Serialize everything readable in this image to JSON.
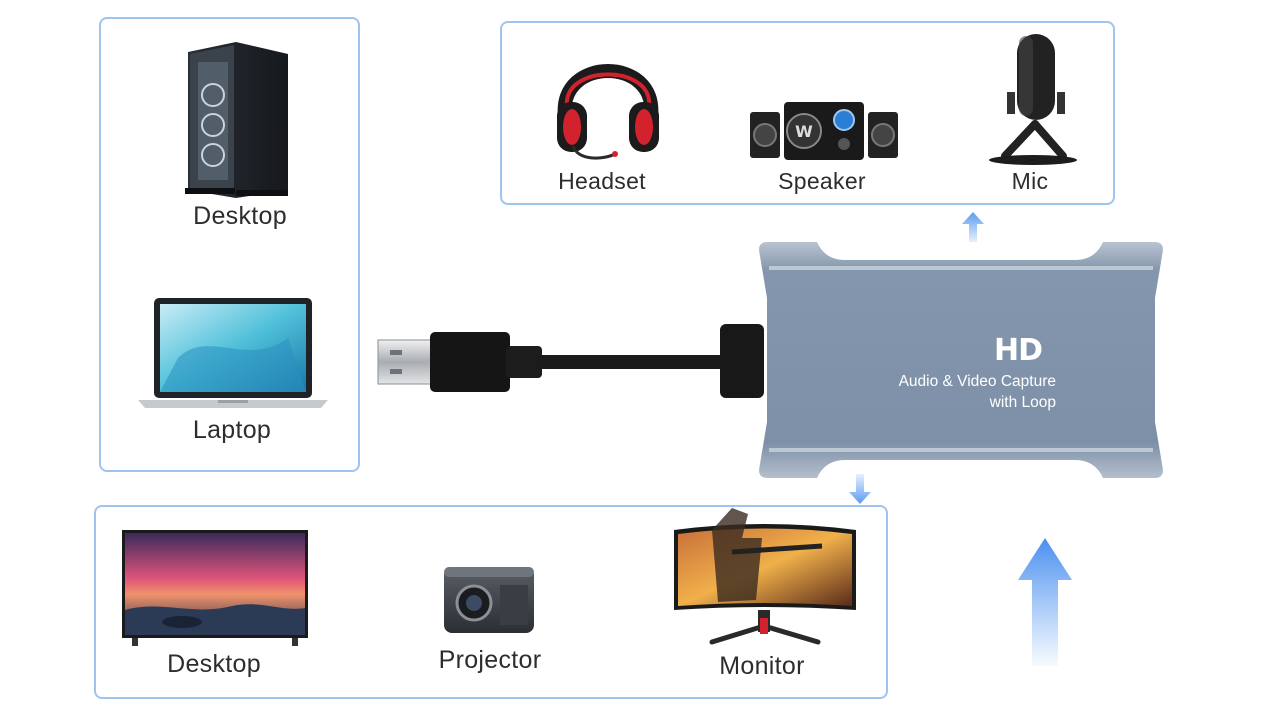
{
  "inputs": {
    "items": [
      {
        "label": "Desktop"
      },
      {
        "label": "Laptop"
      }
    ]
  },
  "audio_outputs": {
    "items": [
      {
        "label": "Headset"
      },
      {
        "label": "Speaker"
      },
      {
        "label": "Mic"
      }
    ]
  },
  "video_outputs": {
    "items": [
      {
        "label": "Desktop"
      },
      {
        "label": "Projector"
      },
      {
        "label": "Monitor"
      }
    ]
  },
  "device": {
    "logo": "HD",
    "line1": "Audio & Video Capture",
    "line2": "with Loop"
  },
  "colors": {
    "box_border": "#9ec4ef",
    "arrow_blue": "#5b9cf0",
    "device_body": "#8497ae"
  }
}
